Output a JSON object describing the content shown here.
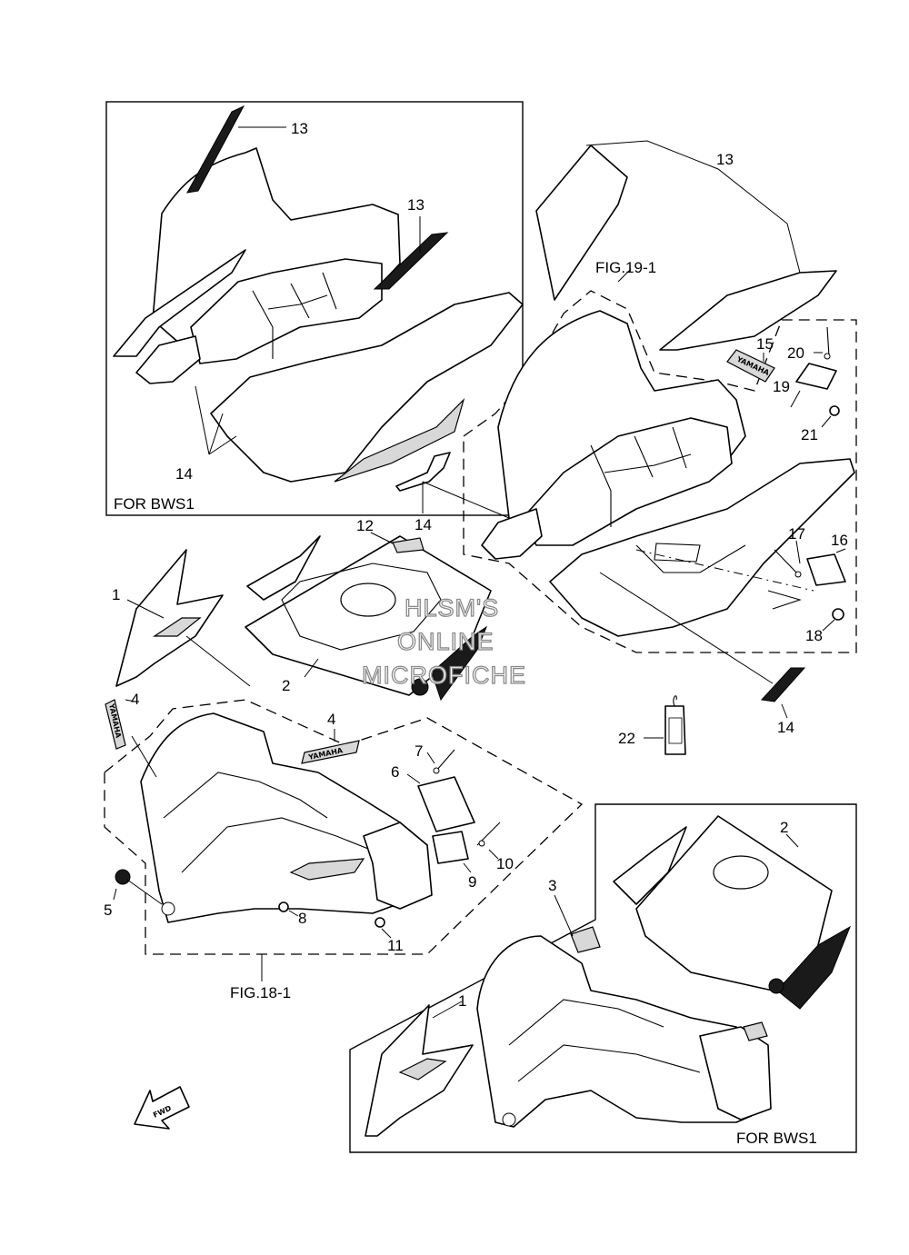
{
  "diagram": {
    "callouts": [
      "1",
      "2",
      "3",
      "4",
      "5",
      "6",
      "7",
      "8",
      "9",
      "10",
      "11",
      "12",
      "13",
      "14",
      "15",
      "16",
      "17",
      "18",
      "19",
      "20",
      "21",
      "22"
    ],
    "figure_refs": {
      "fig_19": "FIG.19-1",
      "fig_18": "FIG.18-1"
    },
    "variant_captions": {
      "top_left": "FOR BWS1",
      "bottom_right": "FOR BWS1"
    },
    "watermark": {
      "line1": "HLSM'S",
      "line2": "ONLINE",
      "line3": "MICROFICHE"
    },
    "direction_arrow": "FWD",
    "decal_brand": "YAMAHA"
  }
}
